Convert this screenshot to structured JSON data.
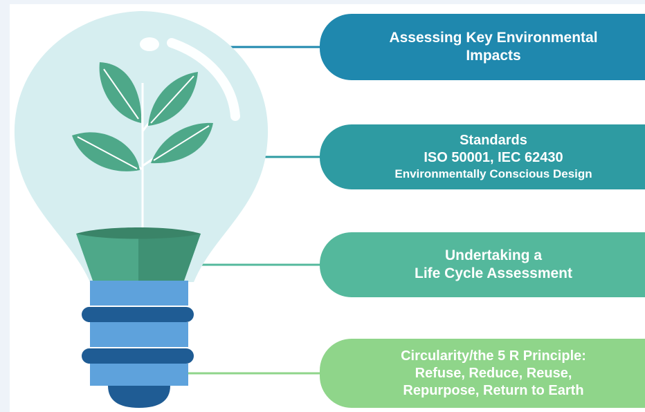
{
  "steps": [
    {
      "lines": [
        "Assessing Key Environmental",
        "Impacts"
      ],
      "color": "#1f88ae"
    },
    {
      "lines": [
        "Standards",
        "ISO 50001, IEC 62430",
        "Environmentally Conscious Design"
      ],
      "color": "#2e9ba2"
    },
    {
      "lines": [
        "Undertaking a",
        "Life Cycle Assessment"
      ],
      "color": "#54b89c"
    },
    {
      "lines": [
        "Circularity/the 5 R Principle:",
        "Refuse, Reduce, Reuse,",
        "Repurpose, Return to Earth"
      ],
      "color": "#8fd58a"
    }
  ],
  "icons": {
    "bulb": "light-bulb-icon",
    "plant": "sprout-icon"
  },
  "colors": {
    "glass": "#d6eef0",
    "leaf": "#4ea889",
    "pot": "#3f9174",
    "base_light": "#5ea2dc",
    "base_dark": "#1f5c94"
  }
}
